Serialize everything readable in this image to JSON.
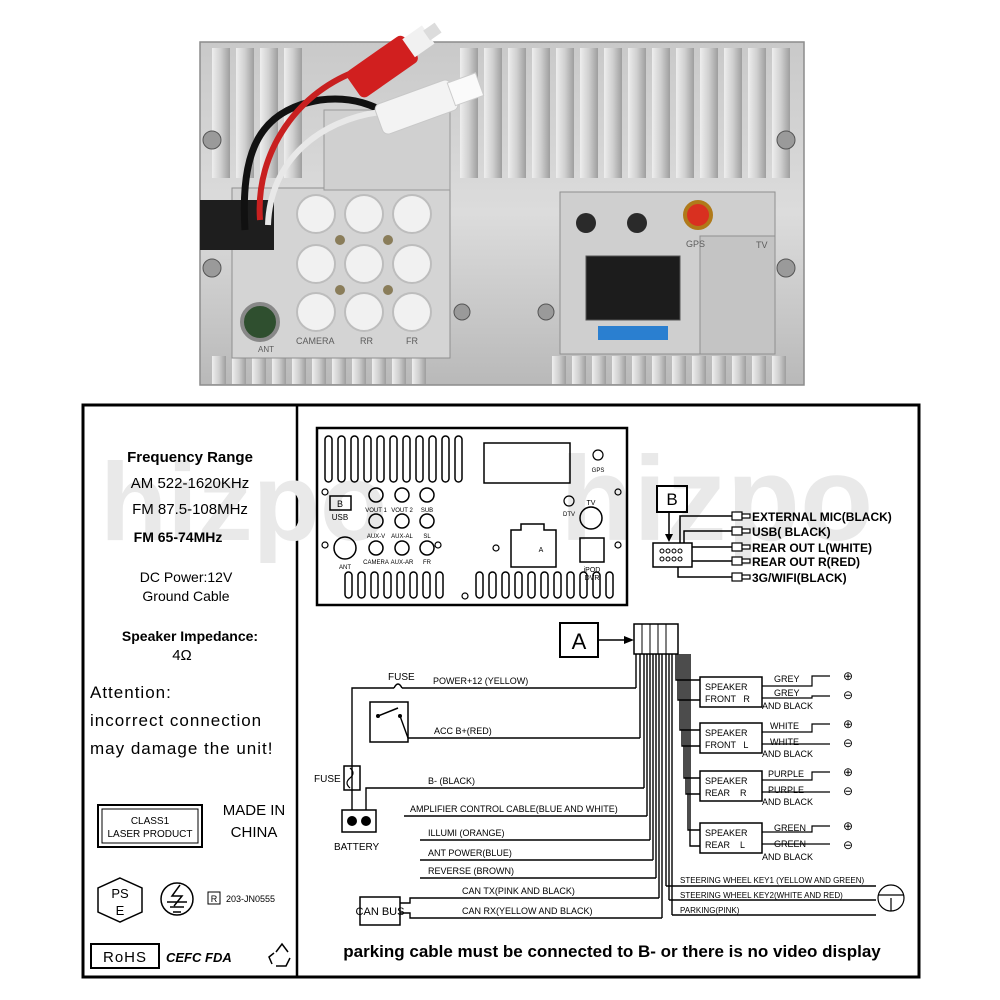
{
  "photo": {
    "labels": {
      "camera": "CAMERA",
      "rr": "RR",
      "fr": "FR",
      "gps": "GPS",
      "ant": "ANT",
      "tv": "TV"
    }
  },
  "specs": {
    "freq_title": "Frequency Range",
    "am": "AM 522-1620KHz",
    "fm1": "FM 87.5-108MHz",
    "fm2": "FM 65-74MHz",
    "dc_power": "DC Power:12V",
    "ground": "Ground Cable",
    "impedance_label": "Speaker Impedance:",
    "impedance_value": "4Ω",
    "attention1": "Attention:",
    "attention2": "incorrect connection",
    "attention3": "may damage the unit!",
    "class1": "CLASS1",
    "laser": "LASER PRODUCT",
    "made1": "MADE IN",
    "made2": "CHINA",
    "pse1": "PS",
    "pse2": "E",
    "cert_r": "R",
    "cert_code": "203-JN0555",
    "rohs": "RoHS",
    "ce_marks": "CEFC FDA"
  },
  "watermark": {
    "text_left": "hizpo",
    "text_right": "hizpo"
  },
  "panel": {
    "labels": {
      "usb_box": "B",
      "usb": "USB",
      "vout1": "VOUT 1",
      "vout2": "VOUT 2",
      "sub": "SUB",
      "auxv": "AUX-V",
      "auxal": "AUX-AL",
      "sl": "SL",
      "ant": "ANT",
      "camera": "CAMERA",
      "auxar": "AUX-AR",
      "fr": "FR",
      "gps": "GPS",
      "dtv": "DTV",
      "tv": "TV",
      "conn_a": "A",
      "ipod": "iPOD",
      "dvr": "DVR"
    }
  },
  "b_connector": {
    "label": "B",
    "outputs": [
      "EXTERNAL MIC(BLACK)",
      "USB( BLACK)",
      "REAR OUT L(WHITE)",
      "REAR OUT R(RED)",
      "3G/WIFI(BLACK)"
    ]
  },
  "a_connector": {
    "label": "A",
    "fuse1": "FUSE",
    "fuse2": "FUSE",
    "battery": "BATTERY",
    "can_bus": "CAN BUS",
    "wires": [
      "POWER+12 (YELLOW)",
      "ACC B+(RED)",
      "B- (BLACK)",
      "AMPLIFIER CONTROL CABLE(BLUE AND WHITE)",
      "ILLUMI (ORANGE)",
      "ANT POWER(BLUE)",
      "REVERSE (BROWN)",
      "CAN TX(PINK AND BLACK)",
      "CAN RX(YELLOW AND BLACK)"
    ],
    "steering": [
      "STEERING WHEEL KEY1 (YELLOW AND GREEN)",
      "STEERING WHEEL KEY2(WHITE AND RED)",
      "PARKING(PINK)"
    ]
  },
  "speakers": [
    {
      "line1": "SPEAKER",
      "line2": "FRONT   R",
      "wire1": "GREY",
      "wire2": "GREY",
      "wire3": "AND BLACK"
    },
    {
      "line1": "SPEAKER",
      "line2": "FRONT   L",
      "wire1": "WHITE",
      "wire2": "WHITE",
      "wire3": "AND BLACK"
    },
    {
      "line1": "SPEAKER",
      "line2": "REAR    R",
      "wire1": "PURPLE",
      "wire2": "PURPLE",
      "wire3": "AND BLACK"
    },
    {
      "line1": "SPEAKER",
      "line2": "REAR    L",
      "wire1": "GREEN",
      "wire2": "GREEN",
      "wire3": "AND BLACK"
    }
  ],
  "symbols": {
    "plus": "⊕",
    "minus": "⊖"
  },
  "footer_note": "parking cable must be connected to B- or there is no video display"
}
